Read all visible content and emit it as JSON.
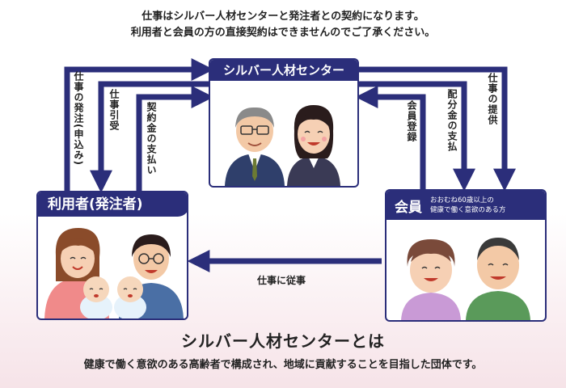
{
  "notice": {
    "line1": "仕事はシルバー人材センターと発注者との契約になります。",
    "line2": "利用者と会員の方の直接契約はできませんのでご了承ください。"
  },
  "center_box": {
    "title": "シルバー人材センター"
  },
  "user_box": {
    "title": "利用者(発注者)"
  },
  "member_box": {
    "title": "会員",
    "subtitle_line1": "おおむね60歳以上の",
    "subtitle_line2": "健康で働く意欲のある方"
  },
  "flows": {
    "order": "仕事の発注(申込み)",
    "accept": "仕事引受",
    "payment": "契約金の支払い",
    "register": "会員登録",
    "distribution": "配分金の支払",
    "provide": "仕事の提供",
    "engage": "仕事に従事"
  },
  "about": {
    "heading": "シルバー人材センターとは",
    "description": "健康で働く意欲のある高齢者で構成され、地域に貢献することを目指した団体です。"
  },
  "colors": {
    "navy": "#2b2e7a",
    "background_tint": "#f6e3e8"
  }
}
